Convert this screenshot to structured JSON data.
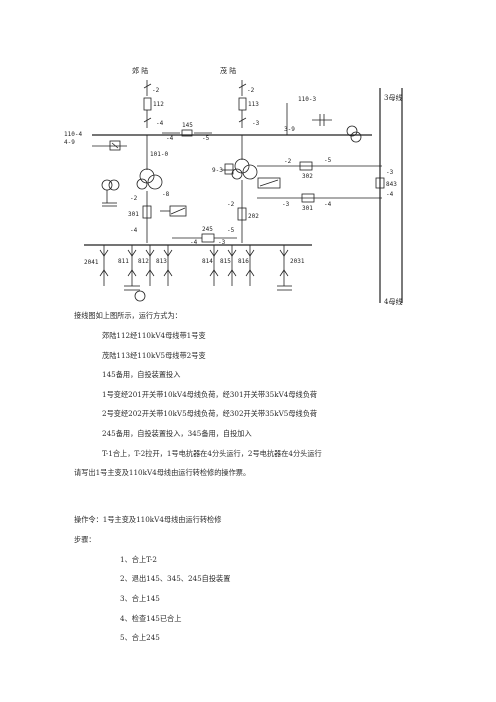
{
  "diagram": {
    "incoming": [
      "郊 陆",
      "茂 陆"
    ],
    "labels": {
      "s1_top": "-2",
      "b112": "112",
      "s1_mid": "-4",
      "s2_top": "-2",
      "b113": "113",
      "s2_mid": "-3",
      "b145": "145",
      "s145_l": "-4",
      "s145_r": "-5",
      "b110_3": "110-3",
      "s3_9": "3-9",
      "b110_4": "110-4",
      "s4_9": "4-9",
      "b101_0": "101-0",
      "b9_3": "9-3",
      "b302_top": "-2",
      "b302": "302",
      "s302_r": "-5",
      "b301_l": "-3",
      "b301": "301",
      "b301_r": "-4",
      "t_2": "-2",
      "b201": "301",
      "t_4": "-4",
      "t_8": "-8",
      "b202_top": "-2",
      "b202": "202",
      "b202_s": "-5",
      "b245": "245",
      "s245_l": "-4",
      "s245_r": "-3",
      "bus3": "3母线",
      "bus4": "4母线",
      "r3": "-3",
      "b843": "843",
      "r4": "-4",
      "f2": "2041",
      "f3": "811",
      "f4": "812",
      "f5": "813",
      "f6": "814",
      "f7": "815",
      "f8": "816",
      "f9": "2031"
    }
  },
  "doc": {
    "intro": "接线图如上图所示，运行方式为：",
    "lines": [
      "郊陆112经110kV4母线带1号变",
      "茂陆113经110kV5母线带2号变",
      "145备用，自投装置投入",
      "1号变经201开关带10kV4母线负荷，经301开关带35kV4母线负荷",
      "2号变经202开关带10kV5母线负荷，经302开关带35kV5母线负荷",
      "245备用，自投装置投入，345备用，自投加入"
    ],
    "note_line1": "T-1合上，T-2拉开，1号电抗器在4分头运行，2号电抗器在4分头运行",
    "note_line2": "请写出1号主变及110kV4母线由运行转检修的操作票。",
    "order": "操作令：1号主变及110kV4母线由运行转检修",
    "steps_label": "步骤：",
    "steps": [
      "1、合上T-2",
      "2、退出145、345、245自投装置",
      "3、合上145",
      "4、检查145已合上",
      "5、合上245"
    ]
  }
}
